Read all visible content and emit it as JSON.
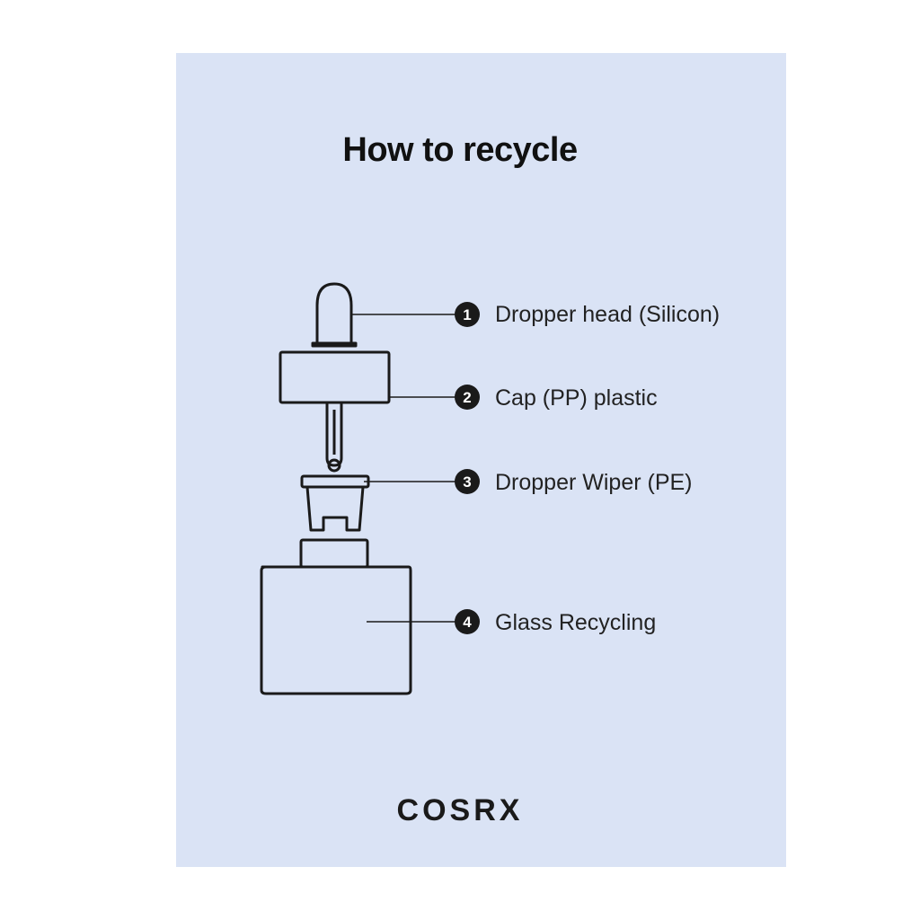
{
  "title": "How to recycle",
  "parts": [
    {
      "number": "1",
      "label": "Dropper head (Silicon)"
    },
    {
      "number": "2",
      "label": "Cap (PP) plastic"
    },
    {
      "number": "3",
      "label": "Dropper Wiper (PE)"
    },
    {
      "number": "4",
      "label": "Glass Recycling"
    }
  ],
  "brand": "COSRX",
  "colors": {
    "card_background": "#dae3f5",
    "ink": "#1a1a1a"
  }
}
